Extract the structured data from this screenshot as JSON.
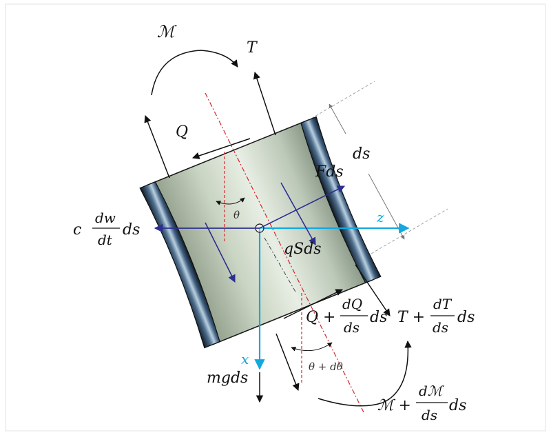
{
  "labels": {
    "moment_top": "ℳ",
    "tension_top": "T",
    "shear_top": "Q",
    "element_length": "ds",
    "body_force": "Fds",
    "theta": "θ",
    "axis_z": "z",
    "axis_x": "x",
    "damping_coef": "c",
    "damping_num": "dw",
    "damping_den": "dt",
    "damping_ds": "ds",
    "pressure": "qSds",
    "shear_bottom_base": "Q +",
    "shear_bottom_num": "dQ",
    "shear_bottom_den": "ds",
    "shear_bottom_ds": "ds",
    "tension_bottom_base": "T +",
    "tension_bottom_num": "dT",
    "tension_bottom_den": "ds",
    "tension_bottom_ds": "ds",
    "theta_plus": "θ + dθ",
    "weight": "mgds",
    "moment_bottom_base": "ℳ +",
    "moment_bottom_num": "dℳ",
    "moment_bottom_den": "ds",
    "moment_bottom_ds": "ds"
  },
  "colors": {
    "axis": "#12a8e0",
    "force_blue": "#2b2f8f",
    "centerline_red": "#d4252a",
    "black": "#111111"
  }
}
